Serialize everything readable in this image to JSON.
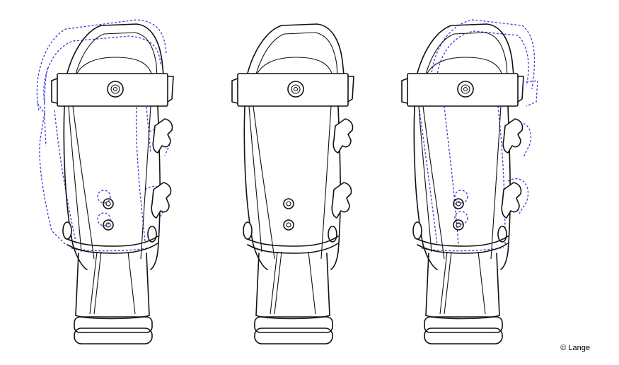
{
  "figure": {
    "views": [
      {
        "id": "left",
        "ghost_overlay": true
      },
      {
        "id": "center",
        "ghost_overlay": false
      },
      {
        "id": "right",
        "ghost_overlay": true
      }
    ],
    "colors": {
      "outline": "#111111",
      "ghost": "#3a3ad6",
      "background": "#ffffff"
    }
  },
  "credit": {
    "text": "© Lange"
  }
}
